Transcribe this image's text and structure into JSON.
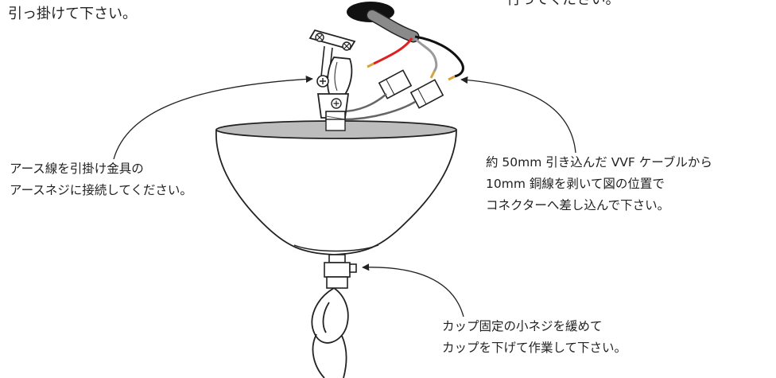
{
  "top_left_note": "引っ掛けて下さい。",
  "top_right_note": "行ってください。",
  "earth_note": [
    "アース線を引掛け金具の",
    "アースネジに接続してください。"
  ],
  "vvf_note": [
    "約 50mm 引き込んだ VVF ケーブルから",
    "10mm 銅線を剥いて図の位置で",
    "コネクターへ差し込んで下さい。"
  ],
  "cup_note": [
    "カップ固定の小ネジを緩めて",
    "カップを下げて作業して下さい。"
  ],
  "colors": {
    "line": "#222222",
    "cup_inner": "#bdbdbd",
    "cable_gray": "#8a8a8a",
    "wire_red": "#e02020",
    "wire_black": "#111111",
    "wire_white": "#9a9a9a",
    "copper": "#d9a23a"
  }
}
